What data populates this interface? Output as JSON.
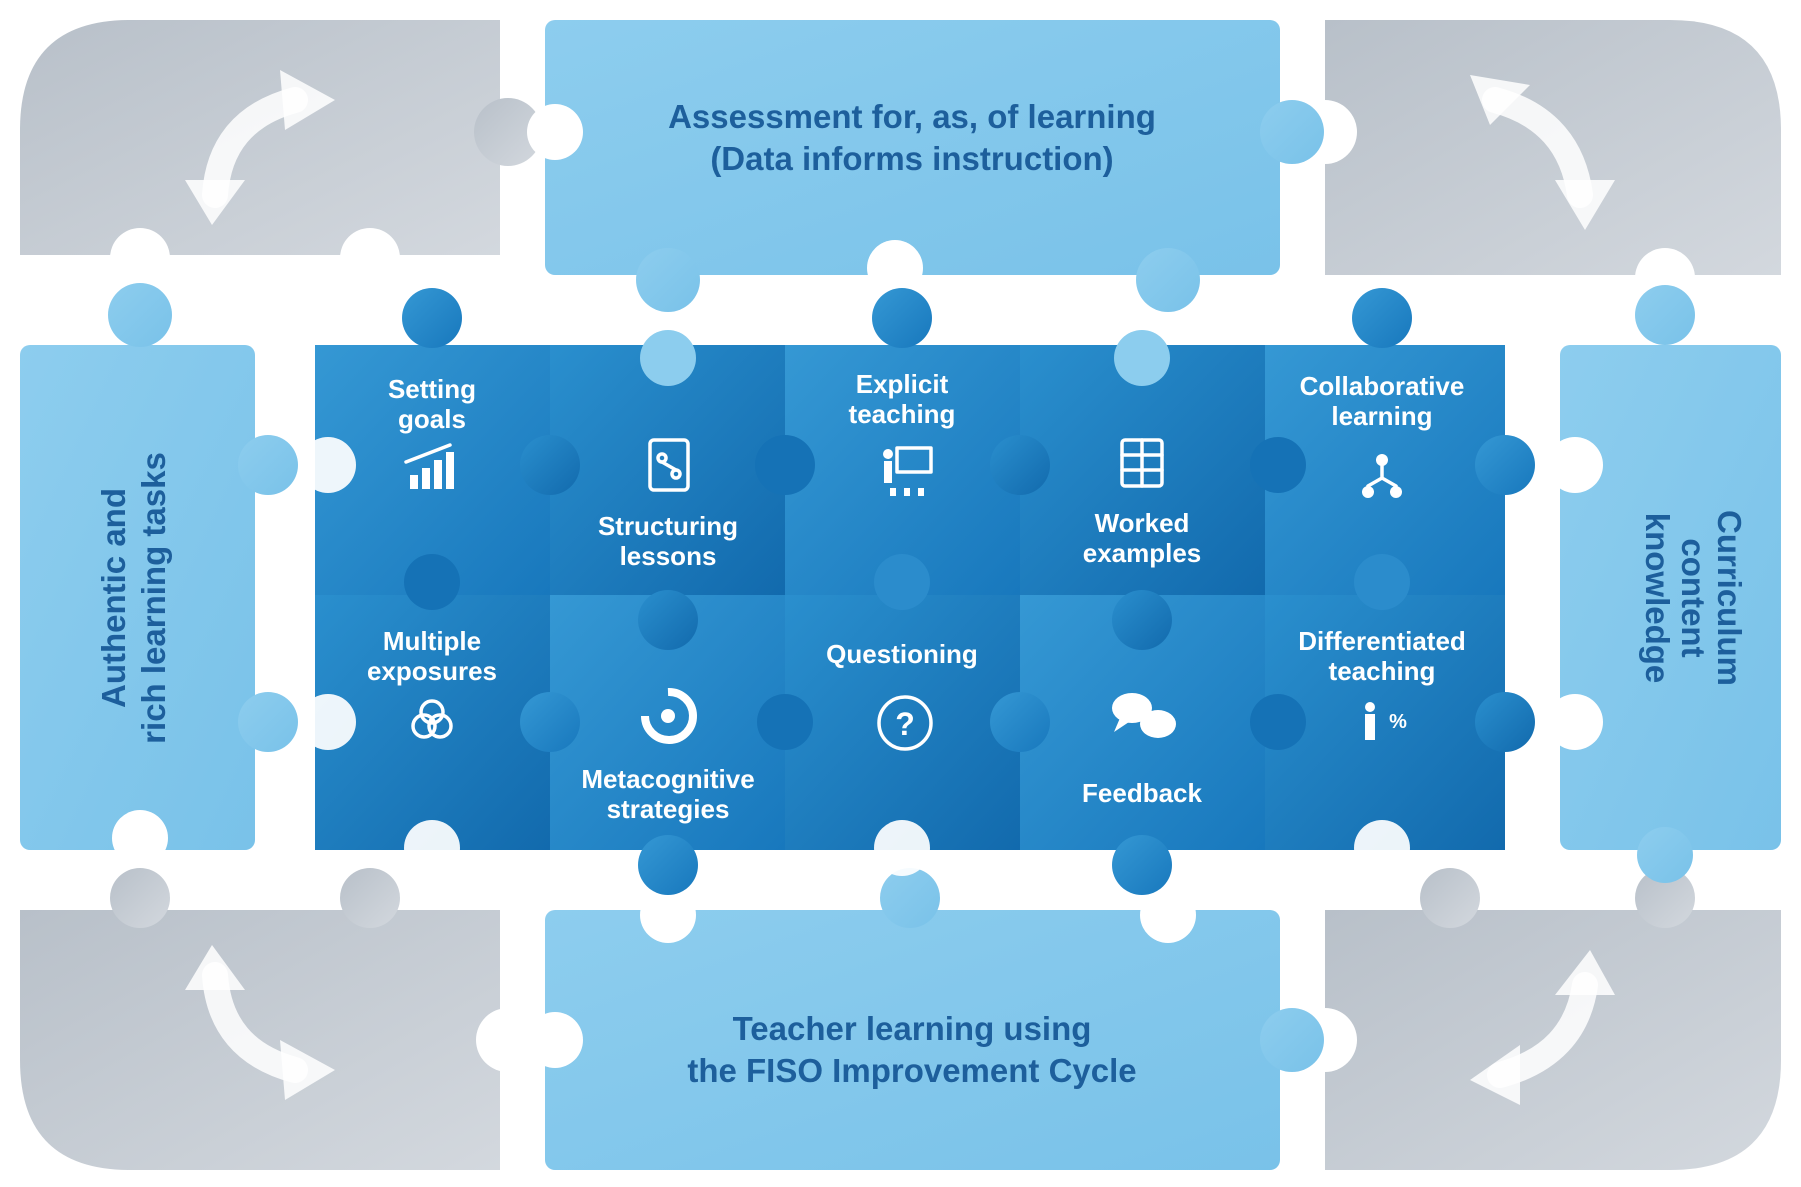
{
  "colors": {
    "grey_piece": "#c7cdd4",
    "grey_piece_dark": "#b4bcc5",
    "light_blue": "#8ccdee",
    "light_blue_2": "#74c0e8",
    "mid_blue": "#2b8ccc",
    "deep_blue": "#1572b6",
    "text_dark": "#1d5f9c",
    "text_white": "#ffffff"
  },
  "top_band": {
    "line1": "Assessment for, as, of learning",
    "line2": "(Data informs instruction)"
  },
  "bottom_band": {
    "line1": "Teacher learning using",
    "line2": "the FISO Improvement  Cycle"
  },
  "left_band": {
    "line1": "Authentic and",
    "line2": "rich learning tasks"
  },
  "right_band": {
    "line1": "Curriculum",
    "line2": "content",
    "line3": "knowledge"
  },
  "corners": [
    {
      "name": "top-left",
      "icon": "cycle-arrows-icon"
    },
    {
      "name": "top-right",
      "icon": "cycle-arrows-icon"
    },
    {
      "name": "bottom-left",
      "icon": "cycle-arrows-icon"
    },
    {
      "name": "bottom-right",
      "icon": "cycle-arrows-icon"
    }
  ],
  "pieces": [
    {
      "line1": "Setting",
      "line2": "goals",
      "icon": "bar-chart-icon"
    },
    {
      "line1": "Structuring",
      "line2": "lessons",
      "icon": "lesson-plan-icon"
    },
    {
      "line1": "Explicit",
      "line2": "teaching",
      "icon": "teacher-board-icon"
    },
    {
      "line1": "Worked",
      "line2": "examples",
      "icon": "worked-grid-icon"
    },
    {
      "line1": "Collaborative",
      "line2": "learning",
      "icon": "org-chart-icon"
    },
    {
      "line1": "Multiple",
      "line2": "exposures",
      "icon": "venn-icon"
    },
    {
      "line1": "Metacognitive",
      "line2": "strategies",
      "icon": "target-ring-icon"
    },
    {
      "line1": "Questioning",
      "line2": "",
      "icon": "question-mark-icon"
    },
    {
      "line1": "Feedback",
      "line2": "",
      "icon": "speech-bubbles-icon"
    },
    {
      "line1": "Differentiated",
      "line2": "teaching",
      "icon": "presenter-icon"
    }
  ]
}
